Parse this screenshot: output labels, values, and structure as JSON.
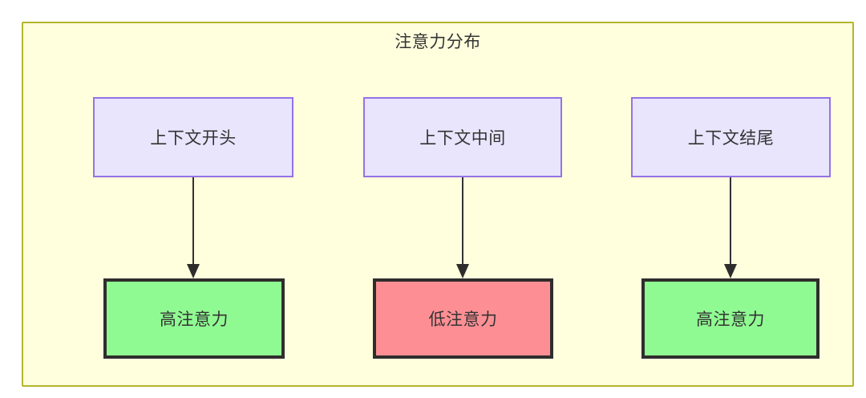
{
  "diagram": {
    "title": "注意力分布",
    "container_name": "attention-distribution-subgraph",
    "colors": {
      "container_border": "#b5b52d",
      "container_fill": "#ffffde",
      "context_fill": "#e8e5fd",
      "context_border": "#9672e5",
      "high_attention_fill": "#90fa92",
      "low_attention_fill": "#fd8f94",
      "node_border_dark": "#2f2d2c",
      "edge_stroke": "#333333",
      "text": "#333333"
    },
    "columns": [
      {
        "id": "start",
        "context": {
          "label": "上下文开头"
        },
        "attention": {
          "label": "高注意力",
          "level": "high"
        },
        "edge": {
          "direction": "down",
          "arrowhead": "filled-triangle"
        }
      },
      {
        "id": "middle",
        "context": {
          "label": "上下文中间"
        },
        "attention": {
          "label": "低注意力",
          "level": "low"
        },
        "edge": {
          "direction": "down",
          "arrowhead": "filled-triangle"
        }
      },
      {
        "id": "end",
        "context": {
          "label": "上下文结尾"
        },
        "attention": {
          "label": "高注意力",
          "level": "high"
        },
        "edge": {
          "direction": "down",
          "arrowhead": "filled-triangle"
        }
      }
    ]
  }
}
